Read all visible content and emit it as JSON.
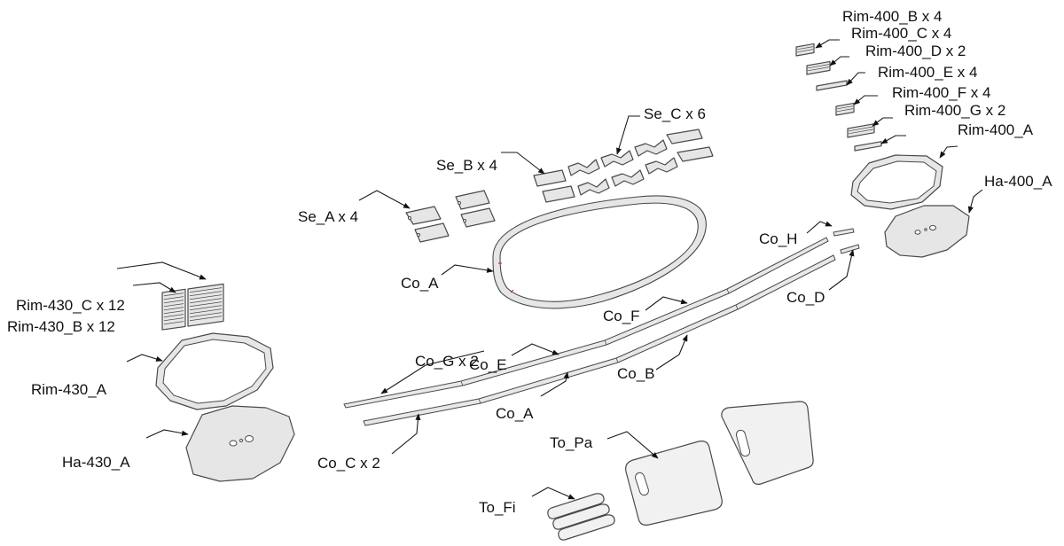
{
  "labels": {
    "rim430_c": "Rim-430_C x 12",
    "rim430_b": "Rim-430_B x 12",
    "rim430_a": "Rim-430_A",
    "ha430_a": "Ha-430_A",
    "se_a": "Se_A x 4",
    "se_b": "Se_B x 4",
    "se_c": "Se_C x 6",
    "co_a_top": "Co_A",
    "co_a_bottom": "Co_A",
    "co_b": "Co_B",
    "co_c": "Co_C x 2",
    "co_d": "Co_D",
    "co_e": "Co_E",
    "co_f": "Co_F",
    "co_g": "Co_G x 2",
    "co_h": "Co_H",
    "rim400_b": "Rim-400_B x 4",
    "rim400_c": "Rim-400_C x 4",
    "rim400_d": "Rim-400_D x 2",
    "rim400_e": "Rim-400_E x 4",
    "rim400_f": "Rim-400_F x 4",
    "rim400_g": "Rim-400_G x 2",
    "rim400_a": "Rim-400_A",
    "ha400_a": "Ha-400_A",
    "to_pa": "To_Pa",
    "to_fi": "To_Fi"
  }
}
